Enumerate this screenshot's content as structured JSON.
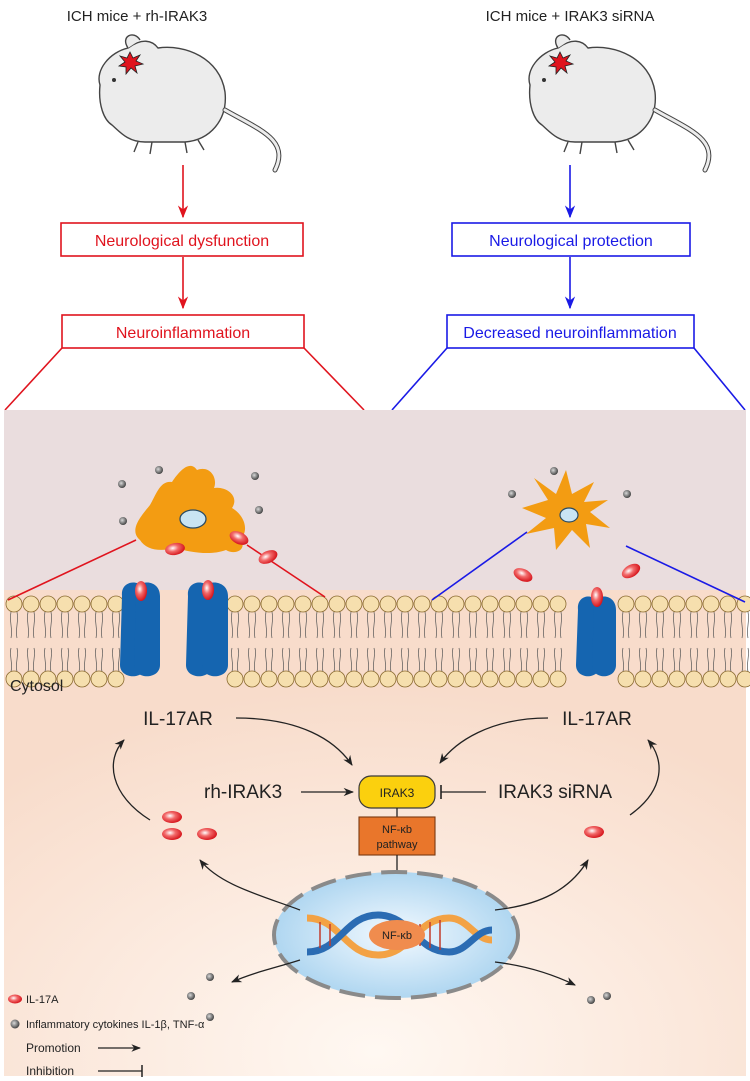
{
  "left": {
    "title": "ICH  mice + rh-IRAK3",
    "box1": "Neurological dysfunction",
    "box2": "Neuroinflammation",
    "color": "#e0141e"
  },
  "right": {
    "title": "ICH  mice + IRAK3 siRNA",
    "box1": "Neurological protection",
    "box2": "Decreased neuroinflammation",
    "color": "#1a1ae6"
  },
  "cell": {
    "cytosol_label": "Cytosol",
    "receptor_left": "IL-17AR",
    "receptor_right": "IL-17AR",
    "promoter": "rh-IRAK3",
    "inhibitor": "IRAK3 siRNA",
    "irak3": "IRAK3",
    "pathway_line1": "NF-κb",
    "pathway_line2": "pathway",
    "nfkb": "NF-κb"
  },
  "legend": {
    "il17a": "IL-17A",
    "cytokines": "Inflammatory cytokines IL-1β, TNF-α",
    "promotion": "Promotion",
    "inhibition": "Inhibition"
  },
  "colors": {
    "extracellular": "#eaddde",
    "cytosol": "#f8dccb",
    "microglia": "#f39c12",
    "receptor": "#1565b0",
    "membrane_head": "#f6dfae",
    "irak3_box": "#fbd00e",
    "pathway_box": "#e9762b",
    "nucleus": "#b8dcf2"
  }
}
